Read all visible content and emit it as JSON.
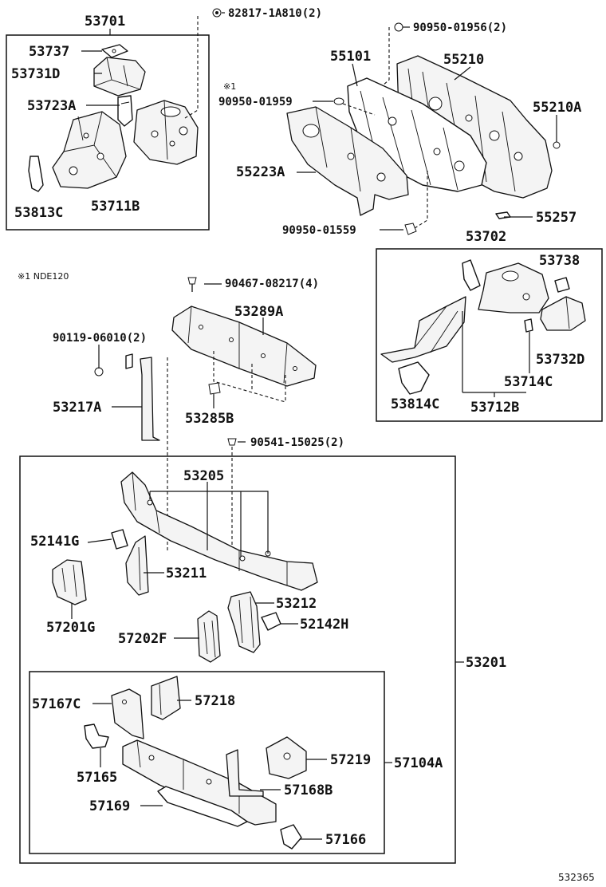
{
  "labels": {
    "p53701": "53701",
    "p53737": "53737",
    "p53731D": "53731D",
    "p53723A": "53723A",
    "p53813C": "53813C",
    "p53711B": "53711B",
    "c82817": "82817-1A810(2)",
    "c90950_01956": "90950-01956(2)",
    "p55101": "55101",
    "p55210": "55210",
    "note_mark": "※1",
    "c90950_01959": "90950-01959",
    "p55210A": "55210A",
    "p55223A": "55223A",
    "p55257": "55257",
    "c90950_01559": "90950-01559",
    "p53702": "53702",
    "p53738": "53738",
    "footnote": "※1 NDE120",
    "c90467": "90467-08217(4)",
    "p53289A": "53289A",
    "c90119": "90119-06010(2)",
    "p53732D": "53732D",
    "p53714C": "53714C",
    "p53217A": "53217A",
    "p53285B": "53285B",
    "p53814C": "53814C",
    "p53712B": "53712B",
    "c90541": "90541-15025(2)",
    "p53205": "53205",
    "p52141G": "52141G",
    "p53211": "53211",
    "p53212": "53212",
    "p57201G": "57201G",
    "p57202F": "57202F",
    "p52142H": "52142H",
    "p53201": "53201",
    "p57167C": "57167C",
    "p57218": "57218",
    "p57219": "57219",
    "p57104A": "57104A",
    "p57165": "57165",
    "p57168B": "57168B",
    "p57169": "57169",
    "p57166": "57166",
    "diagram_id": "532365"
  }
}
